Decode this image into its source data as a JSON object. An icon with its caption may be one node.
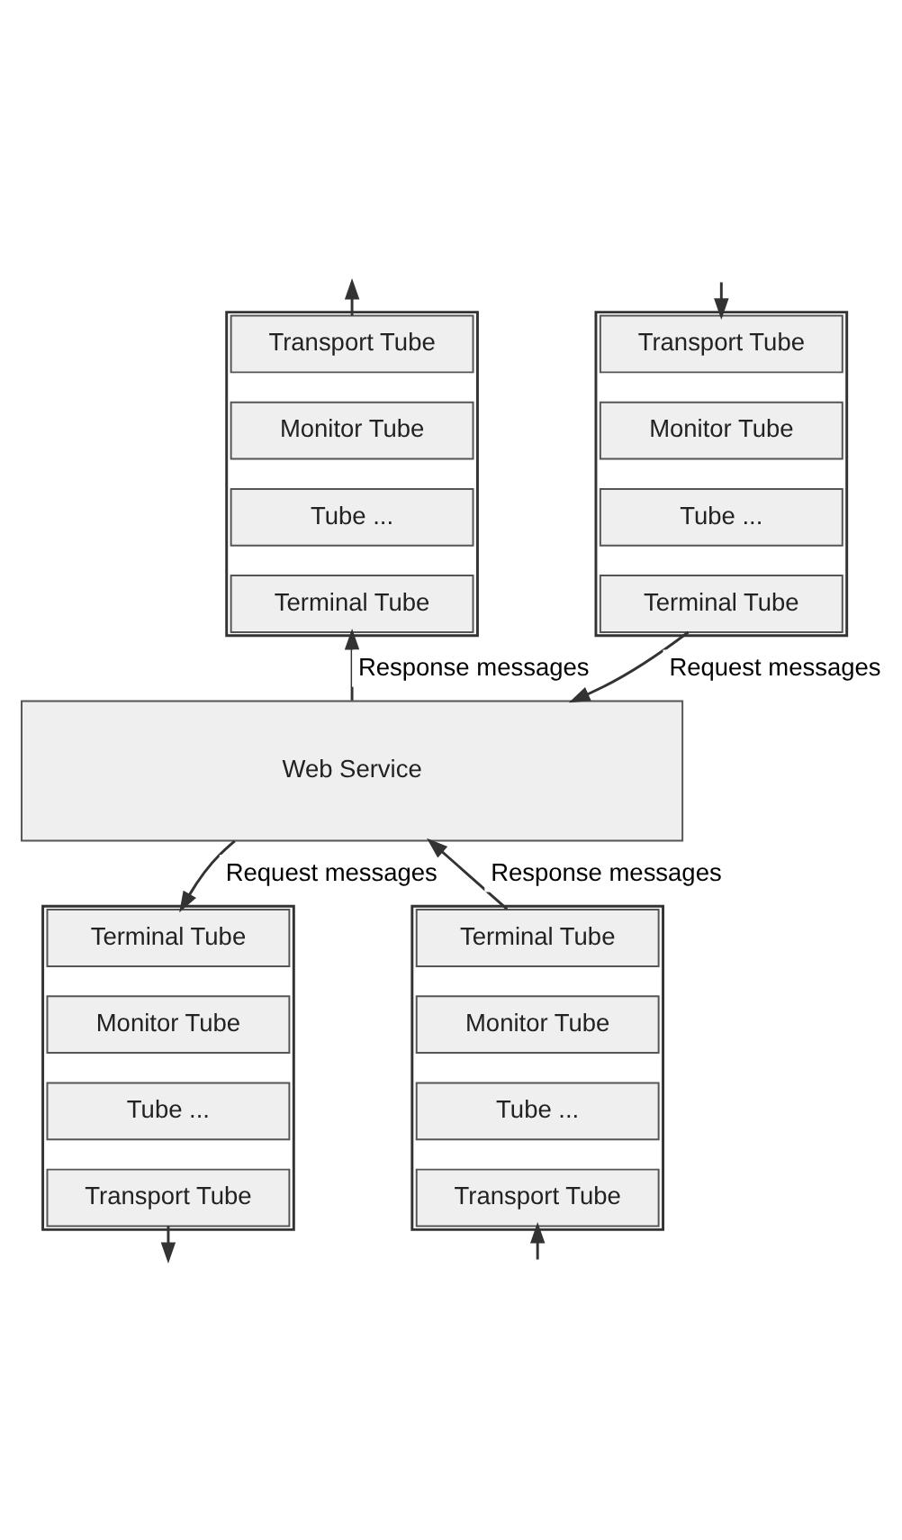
{
  "diagram": {
    "nodes": [
      {
        "text": [],
        "shape": "box"
      },
      {
        "text": [
          "Transport Tube"
        ],
        "in": 0
      },
      {
        "text": [
          "Monitor Tube"
        ],
        "in": 0
      },
      {
        "text": [
          "Tube ..."
        ],
        "in": 0
      },
      {
        "text": [
          "Terminal Tube"
        ],
        "in": 0
      },
      {
        "text": [],
        "shape": "box"
      },
      {
        "text": [
          "Transport Tube"
        ],
        "in": 5
      },
      {
        "text": [
          "Monitor Tube"
        ],
        "in": 5
      },
      {
        "text": [
          "Tube ..."
        ],
        "in": 5
      },
      {
        "text": [
          "Terminal Tube"
        ],
        "in": 5
      },
      {
        "text": [
          "Web Service"
        ]
      },
      {
        "text": [],
        "shape": "box"
      },
      {
        "text": [
          "Terminal Tube"
        ],
        "in": 11
      },
      {
        "text": [
          "Monitor Tube"
        ],
        "in": 11
      },
      {
        "text": [
          "Tube ..."
        ],
        "in": 11
      },
      {
        "text": [
          "Transport Tube"
        ],
        "in": 11
      },
      {
        "text": [],
        "shape": "box"
      },
      {
        "text": [
          "Terminal Tube"
        ],
        "in": 16
      },
      {
        "text": [
          "Monitor Tube"
        ],
        "in": 16
      },
      {
        "text": [
          "Tube ..."
        ],
        "in": 16
      },
      {
        "text": [
          "Transport Tube"
        ],
        "in": 16
      }
    ],
    "edges": [
      {
        "from": null,
        "to": 1,
        "arrow": "to"
      },
      {
        "from": 6,
        "to": null,
        "arrow": "to"
      },
      {
        "from": 4,
        "to": 10,
        "label": "Request messages",
        "arrow": "to"
      },
      {
        "from": 10,
        "to": 9,
        "label": "Response messages",
        "arrow": "to"
      },
      {
        "from": 10,
        "to": 12,
        "label": "Request messages",
        "arrow": "to"
      },
      {
        "from": 15,
        "to": null,
        "arrow": "to"
      },
      {
        "from": null,
        "to": 20,
        "arrow": "to"
      },
      {
        "from": 17,
        "to": 10,
        "label": "Response messages",
        "arrow": "to"
      }
    ]
  }
}
